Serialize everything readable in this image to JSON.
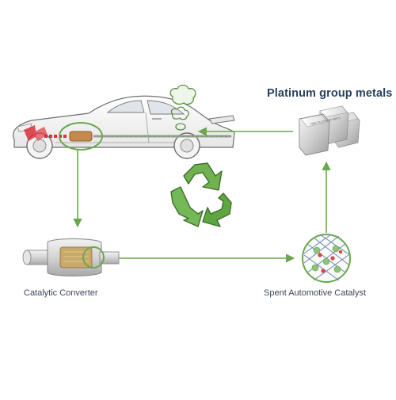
{
  "diagram": {
    "title": "Platinum group metals",
    "labels": {
      "catalytic_converter": "Catalytic Converter",
      "spent_catalyst": "Spent Automotive Catalyst"
    },
    "ingot_text": "FINE PLATINUM 999.5",
    "colors": {
      "arrow": "#6aa84f",
      "title": "#2a3f5c",
      "caption": "#3c4756",
      "recycle_green": "#5fa642",
      "hot_red": "#d9303a"
    },
    "icons": [
      "car-icon",
      "exhaust-cloud-icon",
      "silver-bars-icon",
      "recycle-icon",
      "catalytic-converter-icon",
      "catalyst-mesh-icon"
    ]
  }
}
